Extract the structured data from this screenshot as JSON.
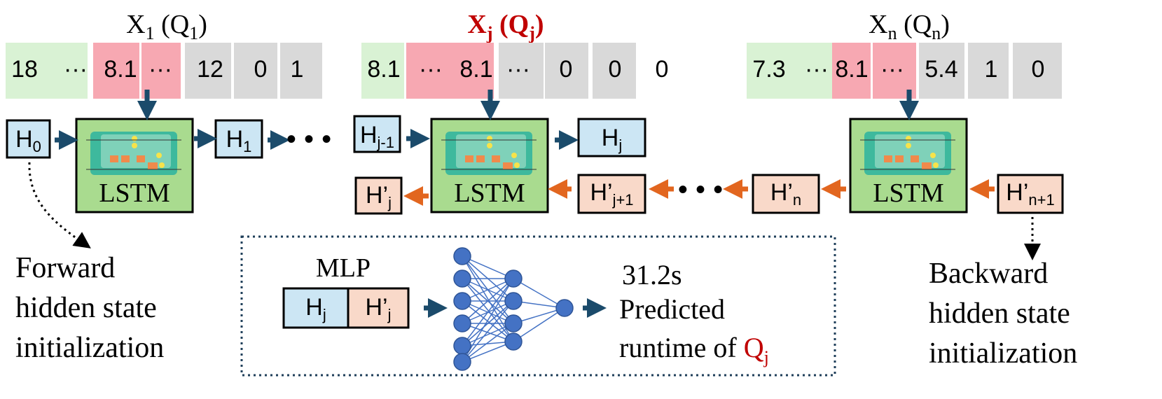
{
  "colors": {
    "green_cell": "#d9f2d4",
    "red_cell": "#f7a8b2",
    "gray_cell": "#d9d9d9",
    "blue_box": "#cce6f4",
    "orange_box": "#f9d9c9",
    "lstm_box": "#a9db8f",
    "arrow_forward": "#1b4b6b",
    "arrow_backward": "#e2661f",
    "highlight": "#c00000",
    "nn_node": "#4472c4"
  },
  "sequences": [
    {
      "label": "X",
      "sub": "1",
      "label_open": " (Q",
      "label_sub": "1",
      "label_close": ")",
      "cells": [
        "18",
        "···",
        "8.1",
        "···",
        "12",
        "0",
        "1"
      ]
    },
    {
      "label": "X",
      "sub": "j",
      "label_open": " (Q",
      "label_sub": "j",
      "label_close": ")",
      "cells": [
        "8.1",
        "···",
        "8.1",
        "···",
        "0",
        "0",
        "0"
      ]
    },
    {
      "label": "X",
      "sub": "n",
      "label_open": " (Q",
      "label_sub": "n",
      "label_close": ")",
      "cells": [
        "7.3",
        "···",
        "8.1",
        "···",
        "5.4",
        "1",
        "0"
      ]
    }
  ],
  "lstm_label": "LSTM",
  "forward_states": [
    {
      "base": "H",
      "sub": "0"
    },
    {
      "base": "H",
      "sub": "1"
    },
    {
      "base": "H",
      "sub": "j-1"
    },
    {
      "base": "H",
      "sub": "j"
    }
  ],
  "backward_states": [
    {
      "base": "H’",
      "sub": "j"
    },
    {
      "base": "H’",
      "sub": "j+1"
    },
    {
      "base": "H’",
      "sub": "n"
    },
    {
      "base": "H’",
      "sub": "n+1"
    }
  ],
  "ellipsis": "• • •",
  "forward_init": [
    "Forward",
    "hidden state",
    "initialization"
  ],
  "backward_init": [
    "Backward",
    "hidden state",
    "initialization"
  ],
  "mlp": {
    "title": "MLP",
    "input_left": {
      "base": "H",
      "sub": "j"
    },
    "input_right": {
      "base": "H’",
      "sub": "j"
    },
    "output_value": "31.2s",
    "output_line1": "Predicted",
    "output_line2_prefix": "runtime of ",
    "output_q": "Q",
    "output_q_sub": "j"
  }
}
